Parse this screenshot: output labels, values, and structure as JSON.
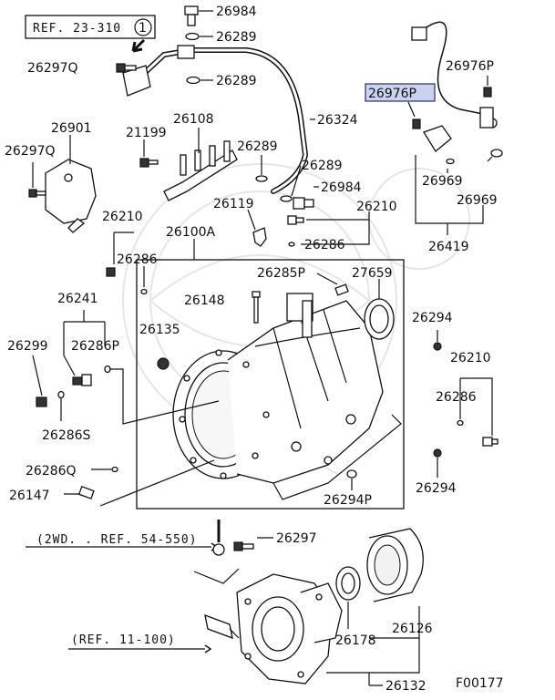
{
  "figure_code": "F00177",
  "references": [
    {
      "id": "ref-23-310",
      "text": "REF. 23-310",
      "circle": "1"
    },
    {
      "id": "ref-2wd",
      "text": "(2WD. . REF. 54-550)"
    },
    {
      "id": "ref-11-100",
      "text": "(REF. 11-100)"
    }
  ],
  "parts": [
    {
      "id": "p26984a",
      "num": "26984"
    },
    {
      "id": "p26289a",
      "num": "26289"
    },
    {
      "id": "p26297qa",
      "num": "26297Q"
    },
    {
      "id": "p26289b",
      "num": "26289"
    },
    {
      "id": "p26324",
      "num": "26324"
    },
    {
      "id": "p26901",
      "num": "26901"
    },
    {
      "id": "p21199",
      "num": "21199"
    },
    {
      "id": "p26108",
      "num": "26108"
    },
    {
      "id": "p26289c",
      "num": "26289"
    },
    {
      "id": "p26297qb",
      "num": "26297Q"
    },
    {
      "id": "p26289d",
      "num": "26289"
    },
    {
      "id": "p26984b",
      "num": "26984"
    },
    {
      "id": "p26119",
      "num": "26119"
    },
    {
      "id": "p26210a",
      "num": "26210"
    },
    {
      "id": "p26210b",
      "num": "26210"
    },
    {
      "id": "p26286a",
      "num": "26286"
    },
    {
      "id": "p26100a",
      "num": "26100A"
    },
    {
      "id": "p26286b",
      "num": "26286"
    },
    {
      "id": "p26976pa",
      "num": "26976P"
    },
    {
      "id": "p26976pb",
      "num": "26976P",
      "highlight": true
    },
    {
      "id": "p26969a",
      "num": "26969"
    },
    {
      "id": "p26969b",
      "num": "26969"
    },
    {
      "id": "p26419",
      "num": "26419"
    },
    {
      "id": "p26285p",
      "num": "26285P"
    },
    {
      "id": "p27659",
      "num": "27659"
    },
    {
      "id": "p26148",
      "num": "26148"
    },
    {
      "id": "p26241",
      "num": "26241"
    },
    {
      "id": "p26135",
      "num": "26135"
    },
    {
      "id": "p26299",
      "num": "26299"
    },
    {
      "id": "p26286p",
      "num": "26286P"
    },
    {
      "id": "p26294a",
      "num": "26294"
    },
    {
      "id": "p26210c",
      "num": "26210"
    },
    {
      "id": "p26286c",
      "num": "26286"
    },
    {
      "id": "p26286s",
      "num": "26286S"
    },
    {
      "id": "p26286q",
      "num": "26286Q"
    },
    {
      "id": "p26294b",
      "num": "26294"
    },
    {
      "id": "p26147",
      "num": "26147"
    },
    {
      "id": "p26294p",
      "num": "26294P"
    },
    {
      "id": "p26297",
      "num": "26297"
    },
    {
      "id": "p26126",
      "num": "26126"
    },
    {
      "id": "p26178",
      "num": "26178"
    },
    {
      "id": "p26132",
      "num": "26132"
    }
  ],
  "icons": [
    "arrow-icon",
    "bolt-icon",
    "o-ring-icon",
    "sensor-icon",
    "gasket-icon"
  ]
}
